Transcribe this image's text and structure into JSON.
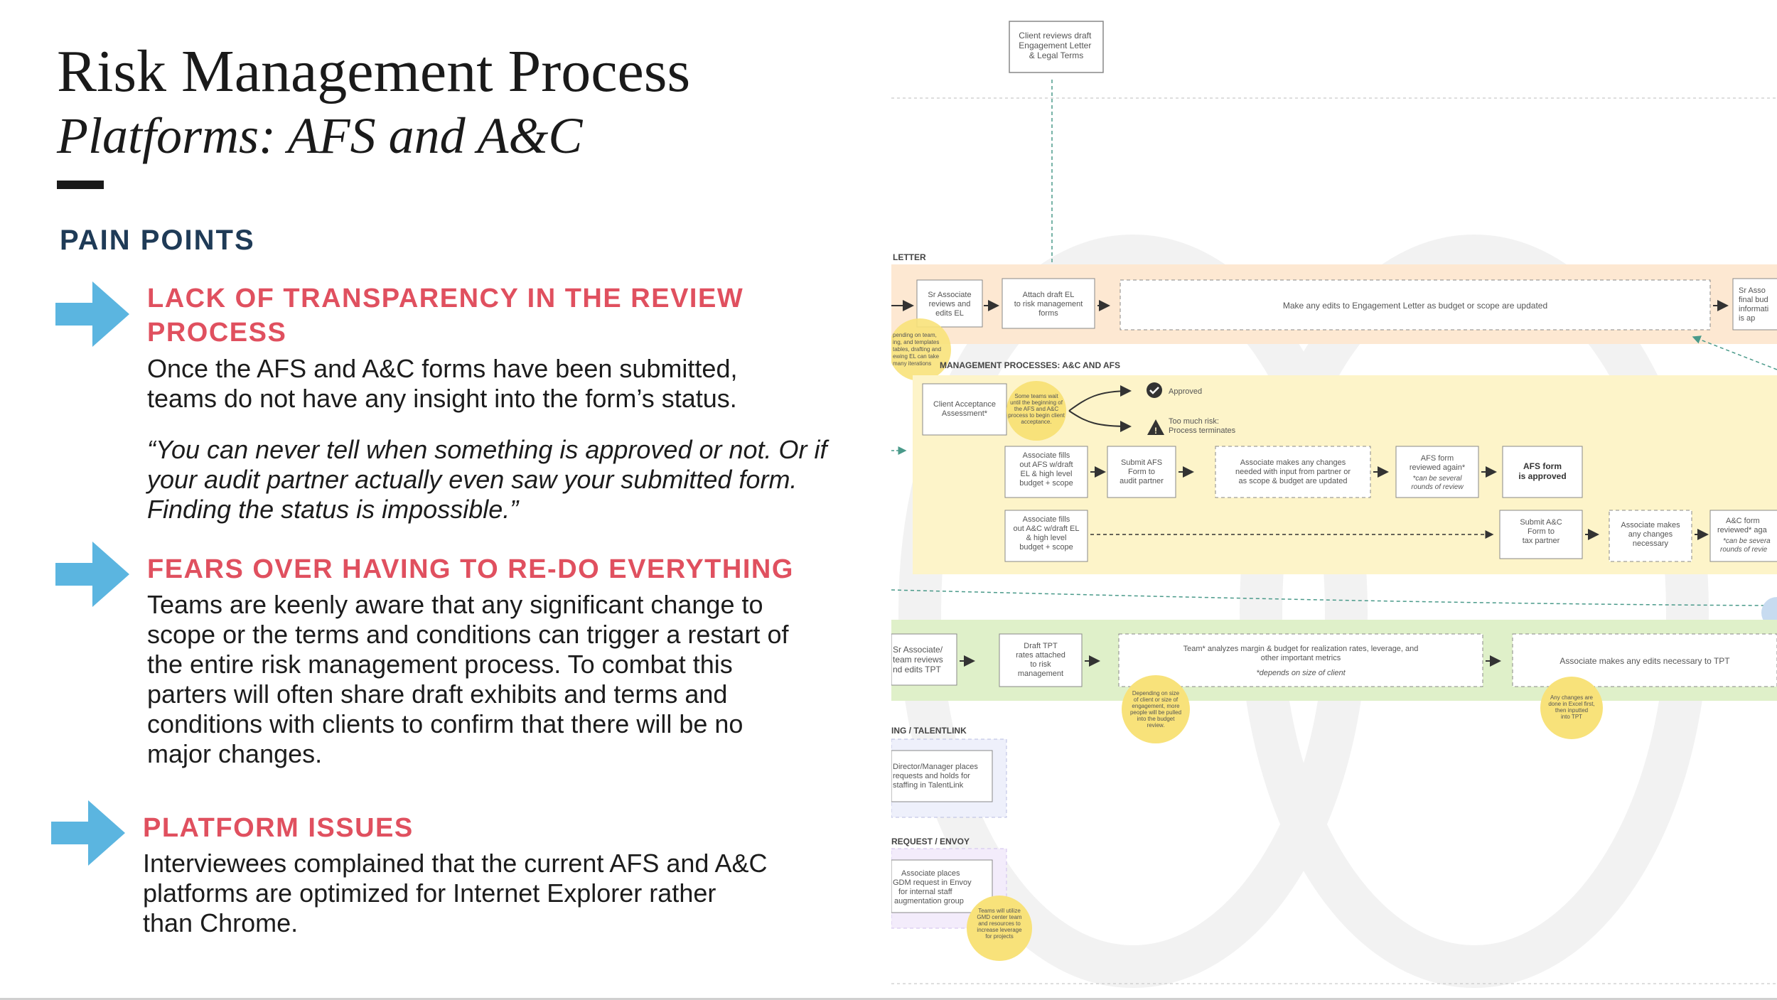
{
  "slide": {
    "title": "Risk Management Process",
    "subtitle": "Platforms: AFS and A&C",
    "section_heading": "PAIN POINTS"
  },
  "pain_points": [
    {
      "title": "LACK OF TRANSPARENCY IN THE REVIEW PROCESS",
      "body": "Once the AFS and A&C forms have been submitted, teams do not have any insight into the form’s status.",
      "quote": "“You can never tell when something is approved or not. Or if your audit partner actually even saw your submitted form. Finding the status is impossible.”"
    },
    {
      "title": "FEARS OVER HAVING TO RE-DO EVERYTHING",
      "body": "Teams are keenly aware that any significant change to scope or the terms and conditions can trigger a restart of the entire risk management process. To combat this parters will often share draft exhibits and terms and conditions with clients to confirm that there will be no major changes."
    },
    {
      "title": "PLATFORM ISSUES",
      "body": "Interviewees complained that the current AFS and A&C platforms are optimized for Internet Explorer rather than Chrome."
    }
  ],
  "colors": {
    "title": "#1a1a1a",
    "heading": "#1f3b57",
    "accent_red": "#e0505f",
    "arrow_blue": "#5bb5e0",
    "lane_orange": "#fde8d2",
    "lane_yellow": "#fdf4c9",
    "lane_green": "#dff0c9",
    "lane_purple": "#efeafb",
    "note_yellow": "#f8e27a"
  },
  "diagram": {
    "top_box": "Client reviews draft Engagement Letter & Legal Terms",
    "lanes": {
      "engagement": "LETTER",
      "risk": "MANAGEMENT PROCESSES: A&C AND AFS",
      "staffing": "ING / TALENTLINK",
      "request": "REQUEST / ENVOY"
    },
    "engagement_lane": {
      "sr_assoc": "Sr Associate reviews and edits EL",
      "attach": "Attach draft EL to risk management forms",
      "edits": "Make any edits to Engagement Letter as budget or scope are updated",
      "right_cut": "Sr Asso final bud informati is ap",
      "note": "pending on team, ing, and templates tables, drafting and ewing EL can take many iterations"
    },
    "risk_lane": {
      "client_acceptance": "Client Acceptance Assessment*",
      "note": "Some teams wait until the beginning of the AFS and A&C process to begin client acceptance.",
      "approved": "Approved",
      "too_much_risk": "Too much risk: Process terminates",
      "afs_fill": "Associate fills out AFS w/draft EL & high level budget + scope",
      "submit_afs": "Submit AFS Form to audit partner",
      "assoc_changes": "Associate makes any changes needed with input from partner or as scope & budget are updated",
      "afs_reviewed": "AFS form reviewed again*",
      "afs_reviewed_note": "*can be several rounds of review",
      "afs_approved": "AFS form is approved",
      "ac_fill": "Associate fills out A&C w/draft EL & high level budget + scope",
      "submit_ac": "Submit A&C Form to tax partner",
      "ac_changes": "Associate makes any changes necessary",
      "ac_reviewed": "A&C form reviewed* aga",
      "ac_reviewed_note": "*can be severa rounds of revie"
    },
    "tpt_lane": {
      "sr_assoc": "Sr Associate/ team reviews and edits TPT",
      "draft_tpt": "Draft TPT rates attached to risk management",
      "team_analyzes": "Team* analyzes margin & budget for realization rates, leverage, and other important metrics",
      "team_analyzes_note": "*depends on size of client",
      "assoc_edits": "Associate makes any edits necessary to TPT",
      "note1": "Depending on size of client or size of engagement, more people will be pulled into the budget review.",
      "note2": "Any changes are done in Excel first, then inputted into TPT"
    },
    "staffing_lane": {
      "box": "Director/Manager places requests and holds for staffing in TalentLink"
    },
    "request_lane": {
      "box": "Associate places GDM request in Envoy for internal staff augmentation group",
      "note": "Teams will utilize GMD center team and resources to increase leverage for projects"
    }
  }
}
